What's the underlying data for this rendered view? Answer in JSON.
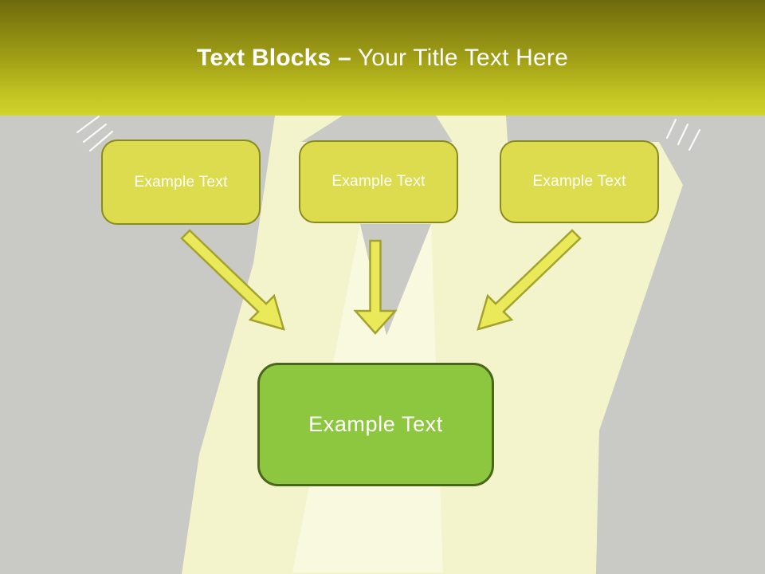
{
  "slide": {
    "header": {
      "title_bold": "Text Blocks –",
      "title_regular": " Your Title Text Here"
    },
    "top_boxes": [
      {
        "label": "Example Text"
      },
      {
        "label": "Example Text"
      },
      {
        "label": "Example Text"
      }
    ],
    "result_box": {
      "label": "Example Text"
    },
    "icons": {
      "left_ticks": "spotlight-shine-ticks",
      "right_ticks": "spotlight-shine-ticks",
      "arrows": [
        "arrow-down-right",
        "arrow-down",
        "arrow-down-left"
      ]
    },
    "colors": {
      "header_gradient_top": "#6e6b0e",
      "header_gradient_bottom": "#cdd02b",
      "background_gray": "#c9c9c5",
      "beam_yellow": "#f3f4cb",
      "box_fill": "#dddc4f",
      "box_border": "#8a8b1e",
      "result_fill": "#8dc63f",
      "result_border": "#4a661b",
      "arrow_fill": "#e9e95a",
      "arrow_border": "#a3a32e",
      "title_text": "#ffffff",
      "box_text": "#ffffff"
    }
  }
}
